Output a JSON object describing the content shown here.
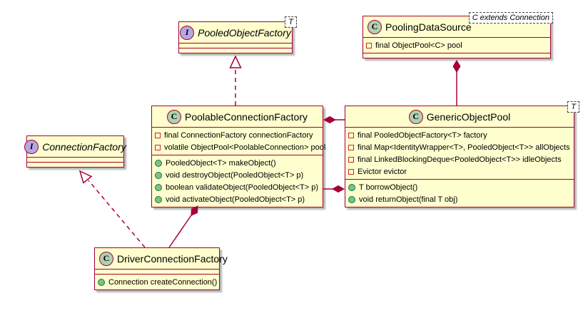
{
  "diagram": {
    "kind": "uml-class-diagram",
    "colors": {
      "box_fill": "#FEFECE",
      "border": "#A80036",
      "class_circle": "#ADD1B2",
      "interface_circle": "#B4A7E5",
      "method_icon_fill": "#84BE84",
      "field_icon_border": "#C82930"
    }
  },
  "classes": {
    "pooled_object_factory": {
      "letter": "I",
      "name": "PooledObjectFactory",
      "generic": "T"
    },
    "pooling_data_source": {
      "letter": "C",
      "name": "PoolingDataSource",
      "generic": "C extends Connection",
      "fields": [
        "final ObjectPool<C> pool"
      ]
    },
    "poolable_connection_factory": {
      "letter": "C",
      "name": "PoolableConnectionFactory",
      "fields": [
        "final ConnectionFactory connectionFactory",
        "volatile ObjectPool<PoolableConnection> pool"
      ],
      "methods": [
        "PooledObject<T> makeObject()",
        "void destroyObject(PooledObject<T> p)",
        "boolean validateObject(PooledObject<T> p)",
        "void activateObject(PooledObject<T> p)"
      ]
    },
    "generic_object_pool": {
      "letter": "C",
      "name": "GenericObjectPool",
      "generic": "T",
      "fields": [
        "final PooledObjectFactory<T> factory",
        "final Map<IdentityWrapper<T>, PooledObject<T>> allObjects",
        "final LinkedBlockingDeque<PooledObject<T>> idleObjects",
        "Evictor evictor"
      ],
      "methods": [
        "T borrowObject()",
        "void returnObject(final T obj)"
      ]
    },
    "connection_factory": {
      "letter": "I",
      "name": "ConnectionFactory"
    },
    "driver_connection_factory": {
      "letter": "C",
      "name": "DriverConnectionFactory",
      "methods": [
        "Connection createConnection()"
      ]
    }
  },
  "relationships": [
    {
      "from": "PoolableConnectionFactory",
      "to": "PooledObjectFactory",
      "type": "realization"
    },
    {
      "from": "DriverConnectionFactory",
      "to": "ConnectionFactory",
      "type": "realization"
    },
    {
      "from": "PoolableConnectionFactory",
      "to": "DriverConnectionFactory",
      "type": "composition"
    },
    {
      "from": "PoolableConnectionFactory",
      "to": "GenericObjectPool",
      "type": "composition"
    },
    {
      "from": "GenericObjectPool",
      "to": "PoolableConnectionFactory",
      "type": "composition"
    },
    {
      "from": "PoolingDataSource",
      "to": "GenericObjectPool",
      "type": "composition"
    }
  ]
}
